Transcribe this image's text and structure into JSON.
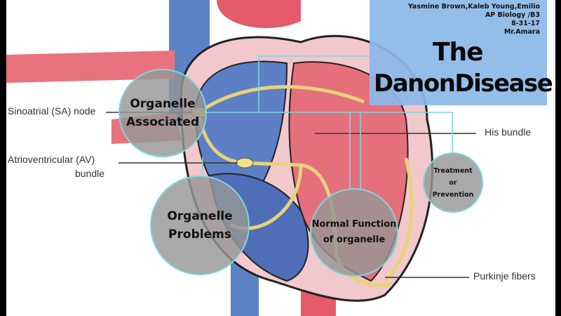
{
  "title": {
    "line1": "The",
    "line2": "DanonDisease"
  },
  "credits": [
    "Yasmine Brown,Kaleb Young,Emilio",
    "AP Biology /B3",
    "8-31-17",
    "Mr.Amara"
  ],
  "diagram_labels": {
    "sa_node": "Sinoatrial (SA) node",
    "av_bundle_1": "Atrioventricular (AV)",
    "av_bundle_2": "bundle",
    "his_bundle": "His bundle",
    "purkinje": "Purkinje fibers"
  },
  "topics": {
    "associated": [
      "Organelle",
      "Associated"
    ],
    "problems": [
      "Organelle",
      "Problems"
    ],
    "normal": [
      "Normal Function",
      "of organelle"
    ],
    "treatment": [
      "Treatment",
      "or",
      "Prevention"
    ]
  },
  "colors": {
    "accent_line": "#7fd6dc",
    "title_bg": "#8cb9e8",
    "topic_circle": "#969696"
  }
}
